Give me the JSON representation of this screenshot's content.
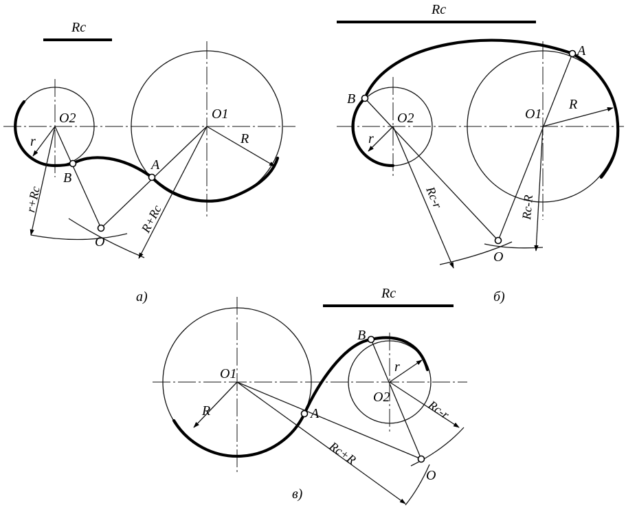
{
  "panels": {
    "a": {
      "caption": "а)",
      "radius_bar_label": "Rc",
      "center_large": "O1",
      "center_small": "O2",
      "center_arc": "O",
      "tangent_point_large": "A",
      "tangent_point_small": "B",
      "radius_large": "R",
      "radius_small": "r",
      "dim_large": "R+Rc",
      "dim_small": "r+Rc"
    },
    "b": {
      "caption": "б)",
      "radius_bar_label": "Rc",
      "center_large": "O1",
      "center_small": "O2",
      "center_arc": "O",
      "tangent_point_large": "A",
      "tangent_point_small": "B",
      "radius_large": "R",
      "radius_small": "r",
      "dim_large": "Rc-R",
      "dim_small": "Rc-r"
    },
    "c": {
      "caption": "в)",
      "radius_bar_label": "Rc",
      "center_large": "O1",
      "center_small": "O2",
      "center_arc": "O",
      "tangent_point_large": "A",
      "tangent_point_small": "B",
      "radius_large": "R",
      "radius_small": "r",
      "dim_large": "Rc+R",
      "dim_small": "Rc-r"
    }
  }
}
